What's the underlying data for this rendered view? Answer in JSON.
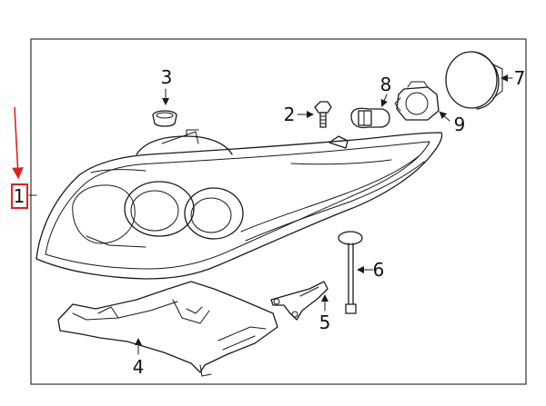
{
  "callouts": {
    "c1": "1",
    "c2": "2",
    "c3": "3",
    "c4": "4",
    "c5": "5",
    "c6": "6",
    "c7": "7",
    "c8": "8",
    "c9": "9"
  },
  "colors": {
    "highlight": "#e02020",
    "line": "#1a1a1a"
  }
}
